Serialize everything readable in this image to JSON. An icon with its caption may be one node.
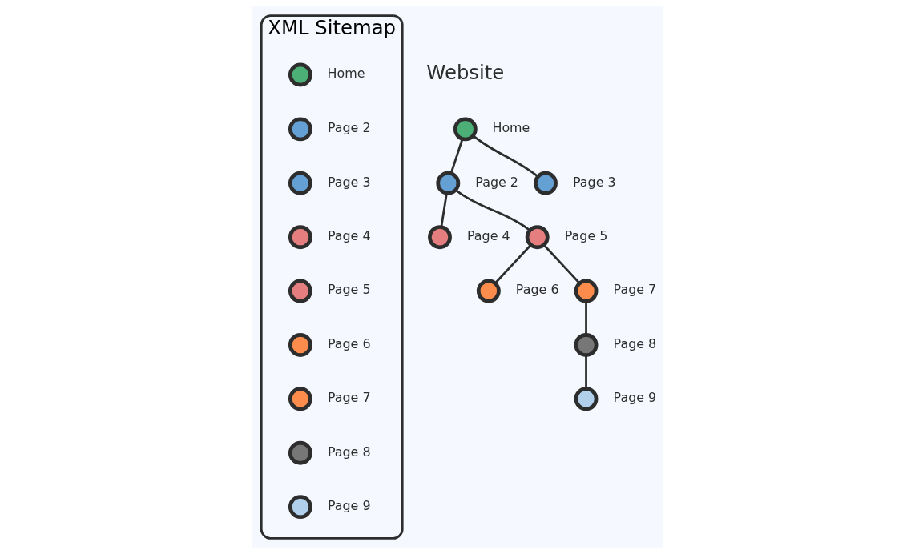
{
  "diagram": {
    "nodes": [
      {
        "text": [
          "XML Sitemap"
        ]
      },
      {
        "text": [],
        "shape": "circle",
        "beside": [
          "Home"
        ],
        "in": 0
      },
      {
        "text": [],
        "shape": "circle",
        "beside": [
          "Page 2"
        ],
        "in": 0
      },
      {
        "text": [],
        "shape": "circle",
        "beside": [
          "Page 3"
        ],
        "in": 0
      },
      {
        "text": [],
        "shape": "circle",
        "beside": [
          "Page 4"
        ],
        "in": 0
      },
      {
        "text": [],
        "shape": "circle",
        "beside": [
          "Page 5"
        ],
        "in": 0
      },
      {
        "text": [],
        "shape": "circle",
        "beside": [
          "Page 6"
        ],
        "in": 0
      },
      {
        "text": [],
        "shape": "circle",
        "beside": [
          "Page 7"
        ],
        "in": 0
      },
      {
        "text": [],
        "shape": "circle",
        "beside": [
          "Page 8"
        ],
        "in": 0
      },
      {
        "text": [],
        "shape": "circle",
        "beside": [
          "Page 9"
        ],
        "in": 0
      },
      {
        "text": [],
        "shape": "circle",
        "beside": [
          "Home"
        ]
      },
      {
        "text": [],
        "shape": "circle",
        "beside": [
          "Page 2"
        ]
      },
      {
        "text": [],
        "shape": "circle",
        "beside": [
          "Page 3"
        ]
      },
      {
        "text": [],
        "shape": "circle",
        "beside": [
          "Page 4"
        ]
      },
      {
        "text": [],
        "shape": "circle",
        "beside": [
          "Page 5"
        ]
      },
      {
        "text": [],
        "shape": "circle",
        "beside": [
          "Page 6"
        ]
      },
      {
        "text": [],
        "shape": "circle",
        "beside": [
          "Page 7"
        ]
      },
      {
        "text": [],
        "shape": "circle",
        "beside": [
          "Page 8"
        ]
      },
      {
        "text": [],
        "shape": "circle",
        "beside": [
          "Page 9"
        ]
      }
    ],
    "edges": [
      {
        "from": 10,
        "to": 11,
        "arrow": "none"
      },
      {
        "from": 10,
        "to": 12,
        "arrow": "none"
      },
      {
        "from": 11,
        "to": 13,
        "arrow": "none"
      },
      {
        "from": 11,
        "to": 14,
        "arrow": "none"
      },
      {
        "from": 14,
        "to": 15,
        "arrow": "none"
      },
      {
        "from": 14,
        "to": 16,
        "arrow": "none"
      },
      {
        "from": 16,
        "to": 17,
        "arrow": "none"
      },
      {
        "from": 17,
        "to": 18,
        "arrow": "none"
      }
    ],
    "labels": [
      "Website"
    ]
  }
}
